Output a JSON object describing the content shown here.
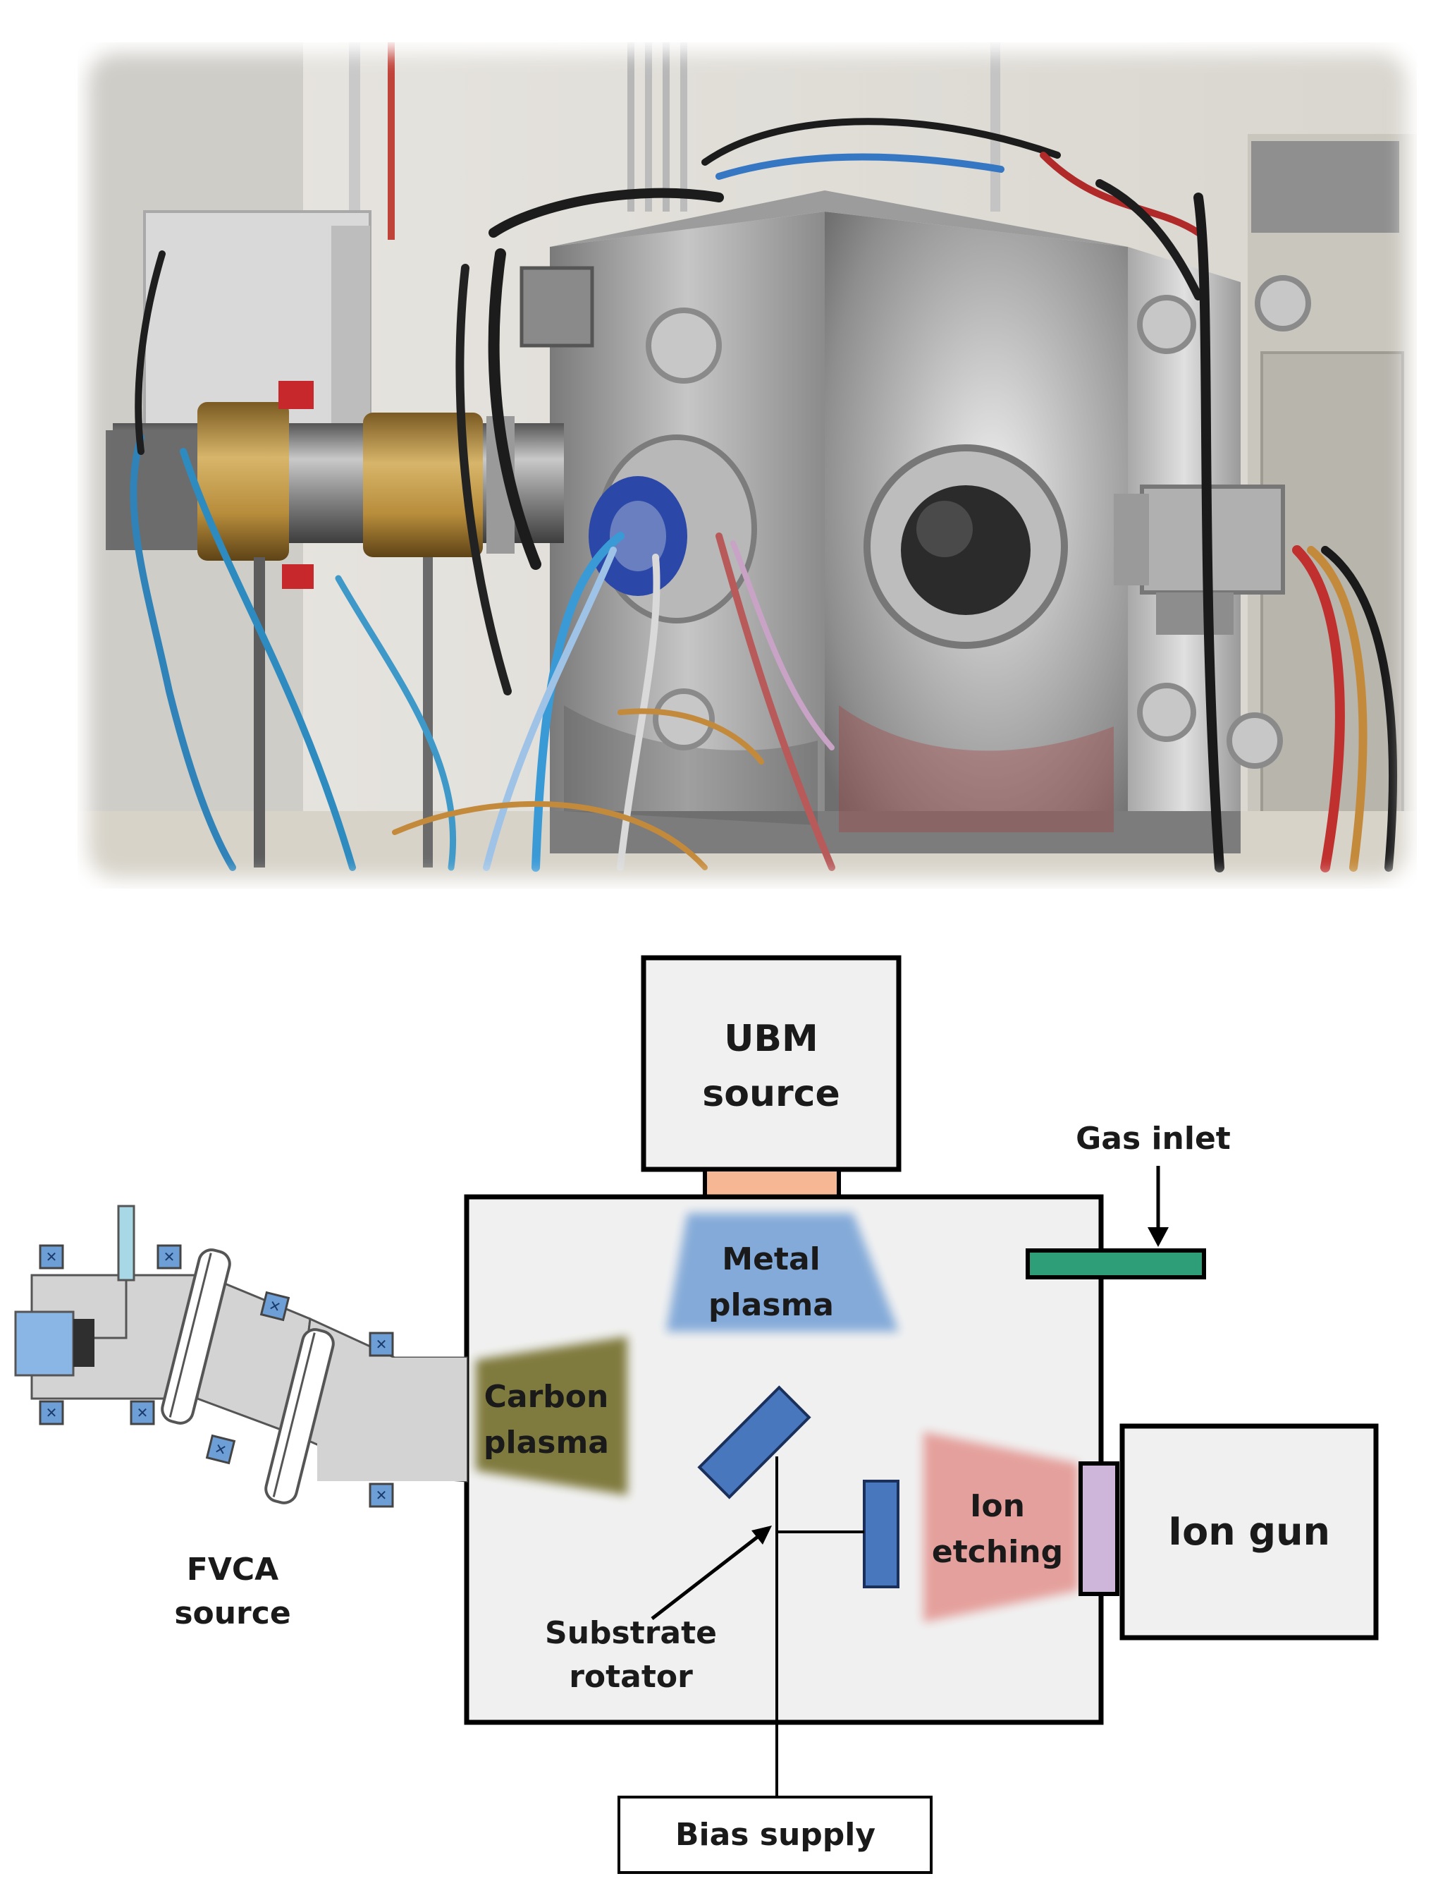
{
  "photo": {
    "subject": "vacuum deposition chamber apparatus"
  },
  "diagram": {
    "ubm_source": [
      "UBM",
      "source"
    ],
    "gas_inlet": "Gas inlet",
    "metal_plasma": [
      "Metal",
      "plasma"
    ],
    "carbon_plasma": [
      "Carbon",
      "plasma"
    ],
    "ion_etching": [
      "Ion",
      "etching"
    ],
    "ion_gun": "Ion gun",
    "fvca_source": [
      "FVCA",
      "source"
    ],
    "substrate_rotator": [
      "Substrate",
      "rotator"
    ],
    "bias_supply": "Bias supply"
  },
  "colors": {
    "ubm_target": "#F6B894",
    "gas_inlet_pipe": "#2E9E78",
    "metal_plasma": "#7FA7D8",
    "carbon_plasma": "#7A7436",
    "ion_etching": "#E49C98",
    "ion_gun_flange": "#CDB6DA",
    "substrate": "#4877BE",
    "magnet_coil": "#6D9ED6",
    "chamber_fill": "#F0F0F0",
    "duct_fill": "#D3D3D3"
  }
}
